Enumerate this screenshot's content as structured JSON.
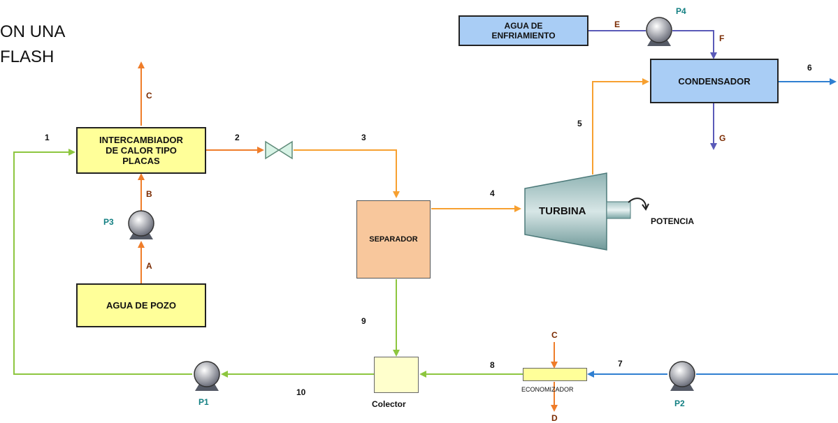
{
  "title": "ON UNA\nFLASH",
  "boxes": {
    "heat_exchanger": "INTERCAMBIADOR\nDE CALOR TIPO\nPLACAS",
    "well_water": "AGUA DE POZO",
    "separator": "SEPARADOR",
    "condenser": "CONDENSADOR",
    "cooling_water": "AGUA DE\nENFRIAMIENTO",
    "collector": "Colector",
    "economizer": "ECONOMIZADOR"
  },
  "turbine": {
    "label": "TURBINA",
    "power_label": "POTENCIA"
  },
  "streams": {
    "s1": "1",
    "s2": "2",
    "s3": "3",
    "s4": "4",
    "s5": "5",
    "s6": "6",
    "s7": "7",
    "s8": "8",
    "s9": "9",
    "s10": "10"
  },
  "letters": {
    "A": "A",
    "B": "B",
    "C": "C",
    "C2": "C",
    "D": "D",
    "E": "E",
    "F": "F",
    "G": "G"
  },
  "pumps": {
    "p1": "P1",
    "p2": "P2",
    "p3": "P3",
    "p4": "P4"
  },
  "colors": {
    "green": "#8dc63f",
    "orange": "#f7a030",
    "dark_orange": "#ef7d2a",
    "blue": "#2f7fd1",
    "purple": "#5a5ab8"
  }
}
